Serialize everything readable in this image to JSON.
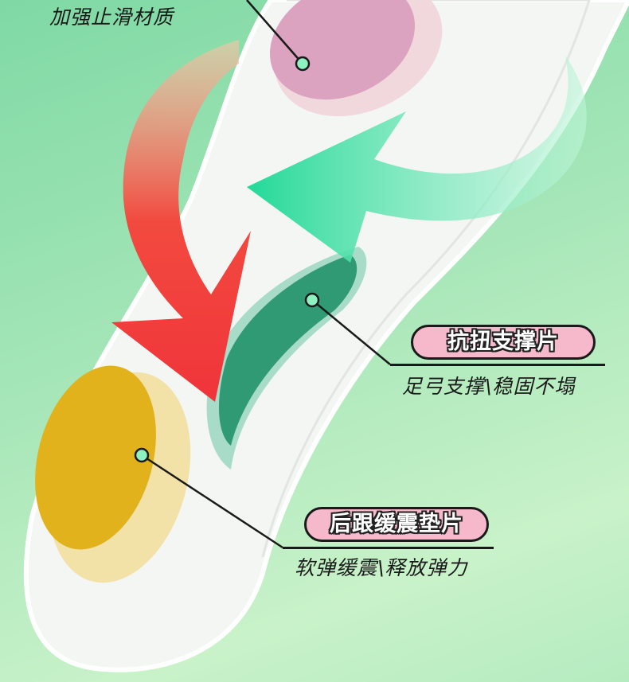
{
  "top_feature": {
    "caption": "加强止滑材质"
  },
  "arch_feature": {
    "title": "抗扭支撑片",
    "caption": "足弓支撑\\稳固不塌"
  },
  "heel_feature": {
    "title": "后跟缓震垫片",
    "caption": "软弹缓震\\释放弹力"
  },
  "colors": {
    "background": "#a6e6b8",
    "pill": "#f6b8cb",
    "heel_pad": "#e2b21c",
    "arch_pad": "#2f9a73",
    "forefoot_pad": "#dba3c0",
    "red_arrow": "#f0343a",
    "green_arrow": "#2fe0a0"
  }
}
